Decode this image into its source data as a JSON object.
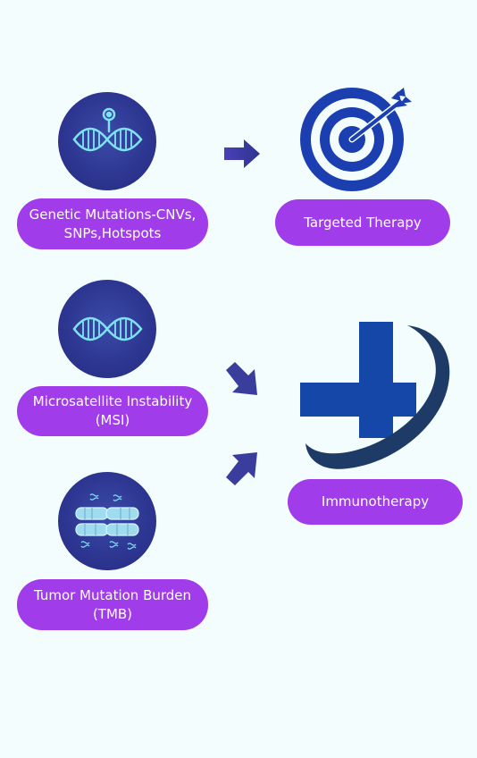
{
  "inputs": [
    {
      "line1": "Genetic Mutations-CNVs,",
      "line2": "SNPs,Hotspots",
      "icon": "dna-target-icon"
    },
    {
      "line1": "Microsatellite Instability",
      "line2": "(MSI)",
      "icon": "dna-icon"
    },
    {
      "line1": "Tumor Mutation Burden",
      "line2": "(TMB)",
      "icon": "chromosome-icon"
    }
  ],
  "outputs": [
    {
      "label": "Targeted Therapy",
      "icon": "target-arrow-icon"
    },
    {
      "label": "Immunotherapy",
      "icon": "medical-cross-icon"
    }
  ],
  "colors": {
    "background": "#f3fdfd",
    "pill": "#a13ceb",
    "circle": "#2c3590",
    "icon_line": "#7fe3f3",
    "arrow": "#3a3d9c",
    "target_blue": "#1b3fb0",
    "cross_blue": "#1547a8",
    "swoosh": "#1e3a66"
  }
}
